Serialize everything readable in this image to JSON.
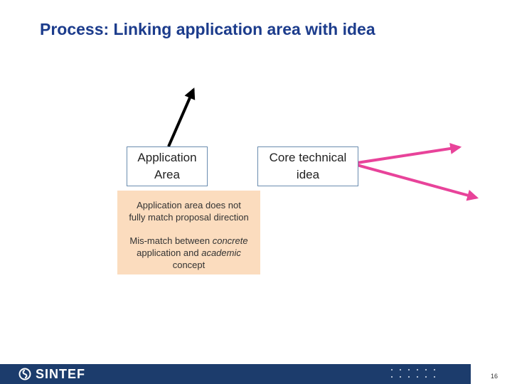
{
  "slide": {
    "title": "Process: Linking application area with idea",
    "application_box": {
      "line1": "Application",
      "line2": "Area"
    },
    "core_box": {
      "line1": "Core technical",
      "line2": "idea"
    },
    "note": {
      "line1": "Application area does not",
      "line2": "fully match proposal direction",
      "p2_part1": "Mis-match between ",
      "p2_em1": "concrete",
      "p2_part2": "application and ",
      "p2_em2": "academic",
      "p2_part3": "concept"
    },
    "arrow_colors": {
      "application": "#000000",
      "core": "#e8439a"
    }
  },
  "footer": {
    "logo_text": "SINTEF",
    "page_number": "16",
    "bar_color": "#1c3c6c"
  }
}
